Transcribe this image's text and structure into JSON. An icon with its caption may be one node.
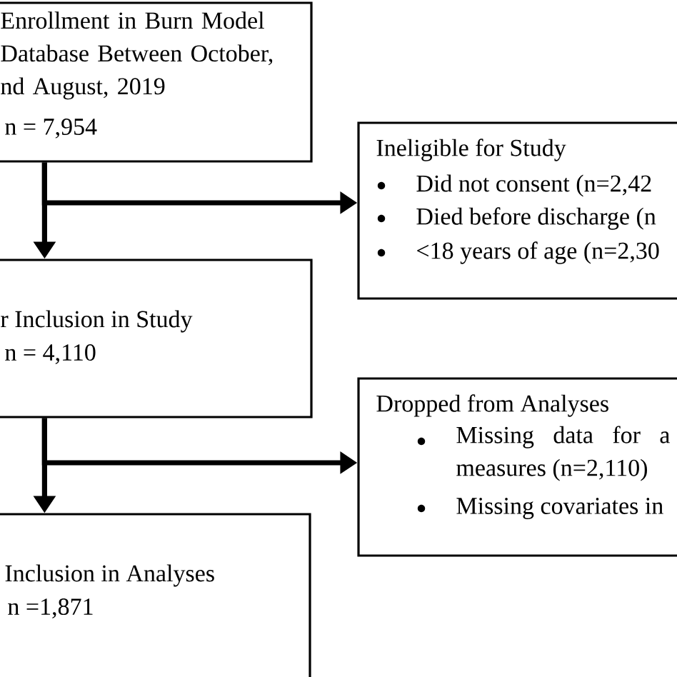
{
  "diagram": {
    "nodes": [
      {
        "text": [
          "Enrollment in Burn Model Database Between October, nd August, 2019",
          "n = 7,954"
        ]
      },
      {
        "text": [
          "Ineligible for Study",
          "Did not consent (n=2,42",
          "Died before discharge (n",
          "<18 years of age (n=2,30"
        ]
      },
      {
        "text": [
          "r Inclusion in Study",
          "n = 4,110"
        ]
      },
      {
        "text": [
          "Dropped from Analyses",
          "Missing data for a measures (n=2,110)",
          "Missing covariates in"
        ]
      },
      {
        "text": [
          "Inclusion in Analyses",
          "n =1,871"
        ]
      }
    ],
    "edges": [
      {
        "from": 0,
        "to": 2,
        "arrow": "to"
      },
      {
        "from": 0,
        "to": 1,
        "arrow": "to"
      },
      {
        "from": 2,
        "to": 4,
        "arrow": "to"
      },
      {
        "from": 2,
        "to": 3,
        "arrow": "to"
      }
    ]
  }
}
